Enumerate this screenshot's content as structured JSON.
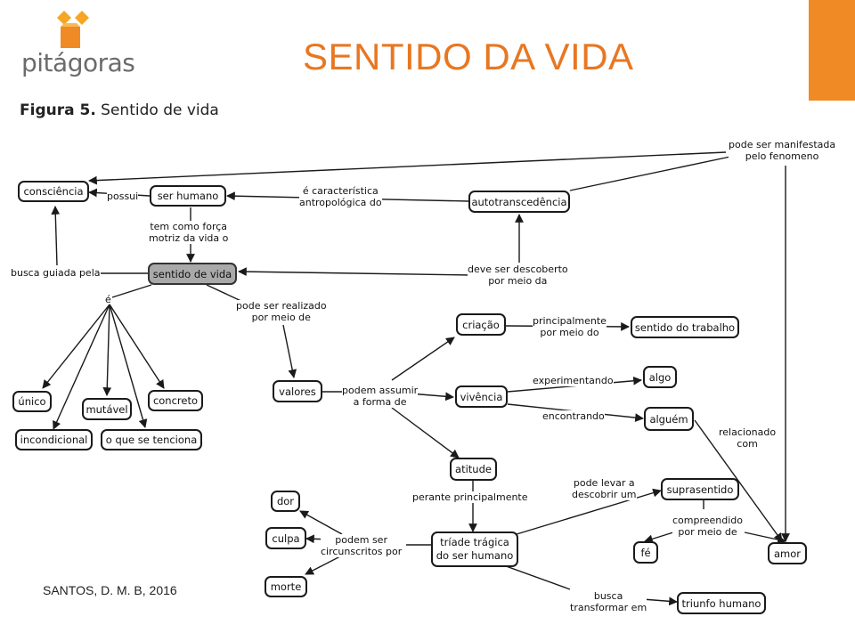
{
  "header": {
    "brand_name": "pitágoras",
    "title": "SENTIDO DA VIDA",
    "colors": {
      "accent": "#f08a24",
      "title": "#e87722",
      "logo_grey": "#6b6b6b"
    }
  },
  "figure": {
    "caption_bold": "Figura 5.",
    "caption_text": " Sentido de vida"
  },
  "nodes": {
    "consciencia": "consciência",
    "ser_humano": "ser humano",
    "autotranscendencia": "autotranscedência",
    "sentido_de_vida": "sentido de vida",
    "unico": "único",
    "incondicional": "incondicional",
    "mutavel": "mutável",
    "o_que_se_tenciona": "o que se tenciona",
    "concreto": "concreto",
    "valores": "valores",
    "criacao": "criação",
    "sentido_do_trabalho": "sentido do trabalho",
    "vivencia": "vivência",
    "algo": "algo",
    "alguem": "alguém",
    "atitude": "atitude",
    "triade_tragica": "tríade trágica\ndo ser humano",
    "suprasentido": "suprasentido",
    "fe": "fé",
    "amor": "amor",
    "dor": "dor",
    "culpa": "culpa",
    "morte": "morte",
    "triunfo_humano": "triunfo humano"
  },
  "links": {
    "pode_ser_manifestada": "pode ser manifestada\npelo fenomeno",
    "possui": "possui",
    "caracteristica": "é característica\nantropológica do",
    "tem_como_forca": "tem como força\nmotriz da vida o",
    "busca_guiada": "busca guiada pela",
    "deve_ser_descoberto": "deve ser descoberto\npor meio da",
    "e": "é",
    "pode_ser_realizado": "pode ser realizado\npor meio de",
    "principalmente": "principalmente\npor meio do",
    "podem_assumir": "podem assumir\na forma de",
    "experimentando": "experimentando",
    "encontrando": "encontrando",
    "relacionado_com": "relacionado\ncom",
    "perante": "perante principalmente",
    "pode_levar": "pode levar a\ndescobrir um",
    "compreendido": "compreendido\npor meio de",
    "podem_ser_circunscritos": "podem ser\ncircunscritos por",
    "busca_transformar": "busca\ntransformar em"
  },
  "source": "SANTOS, D. M. B, 2016"
}
